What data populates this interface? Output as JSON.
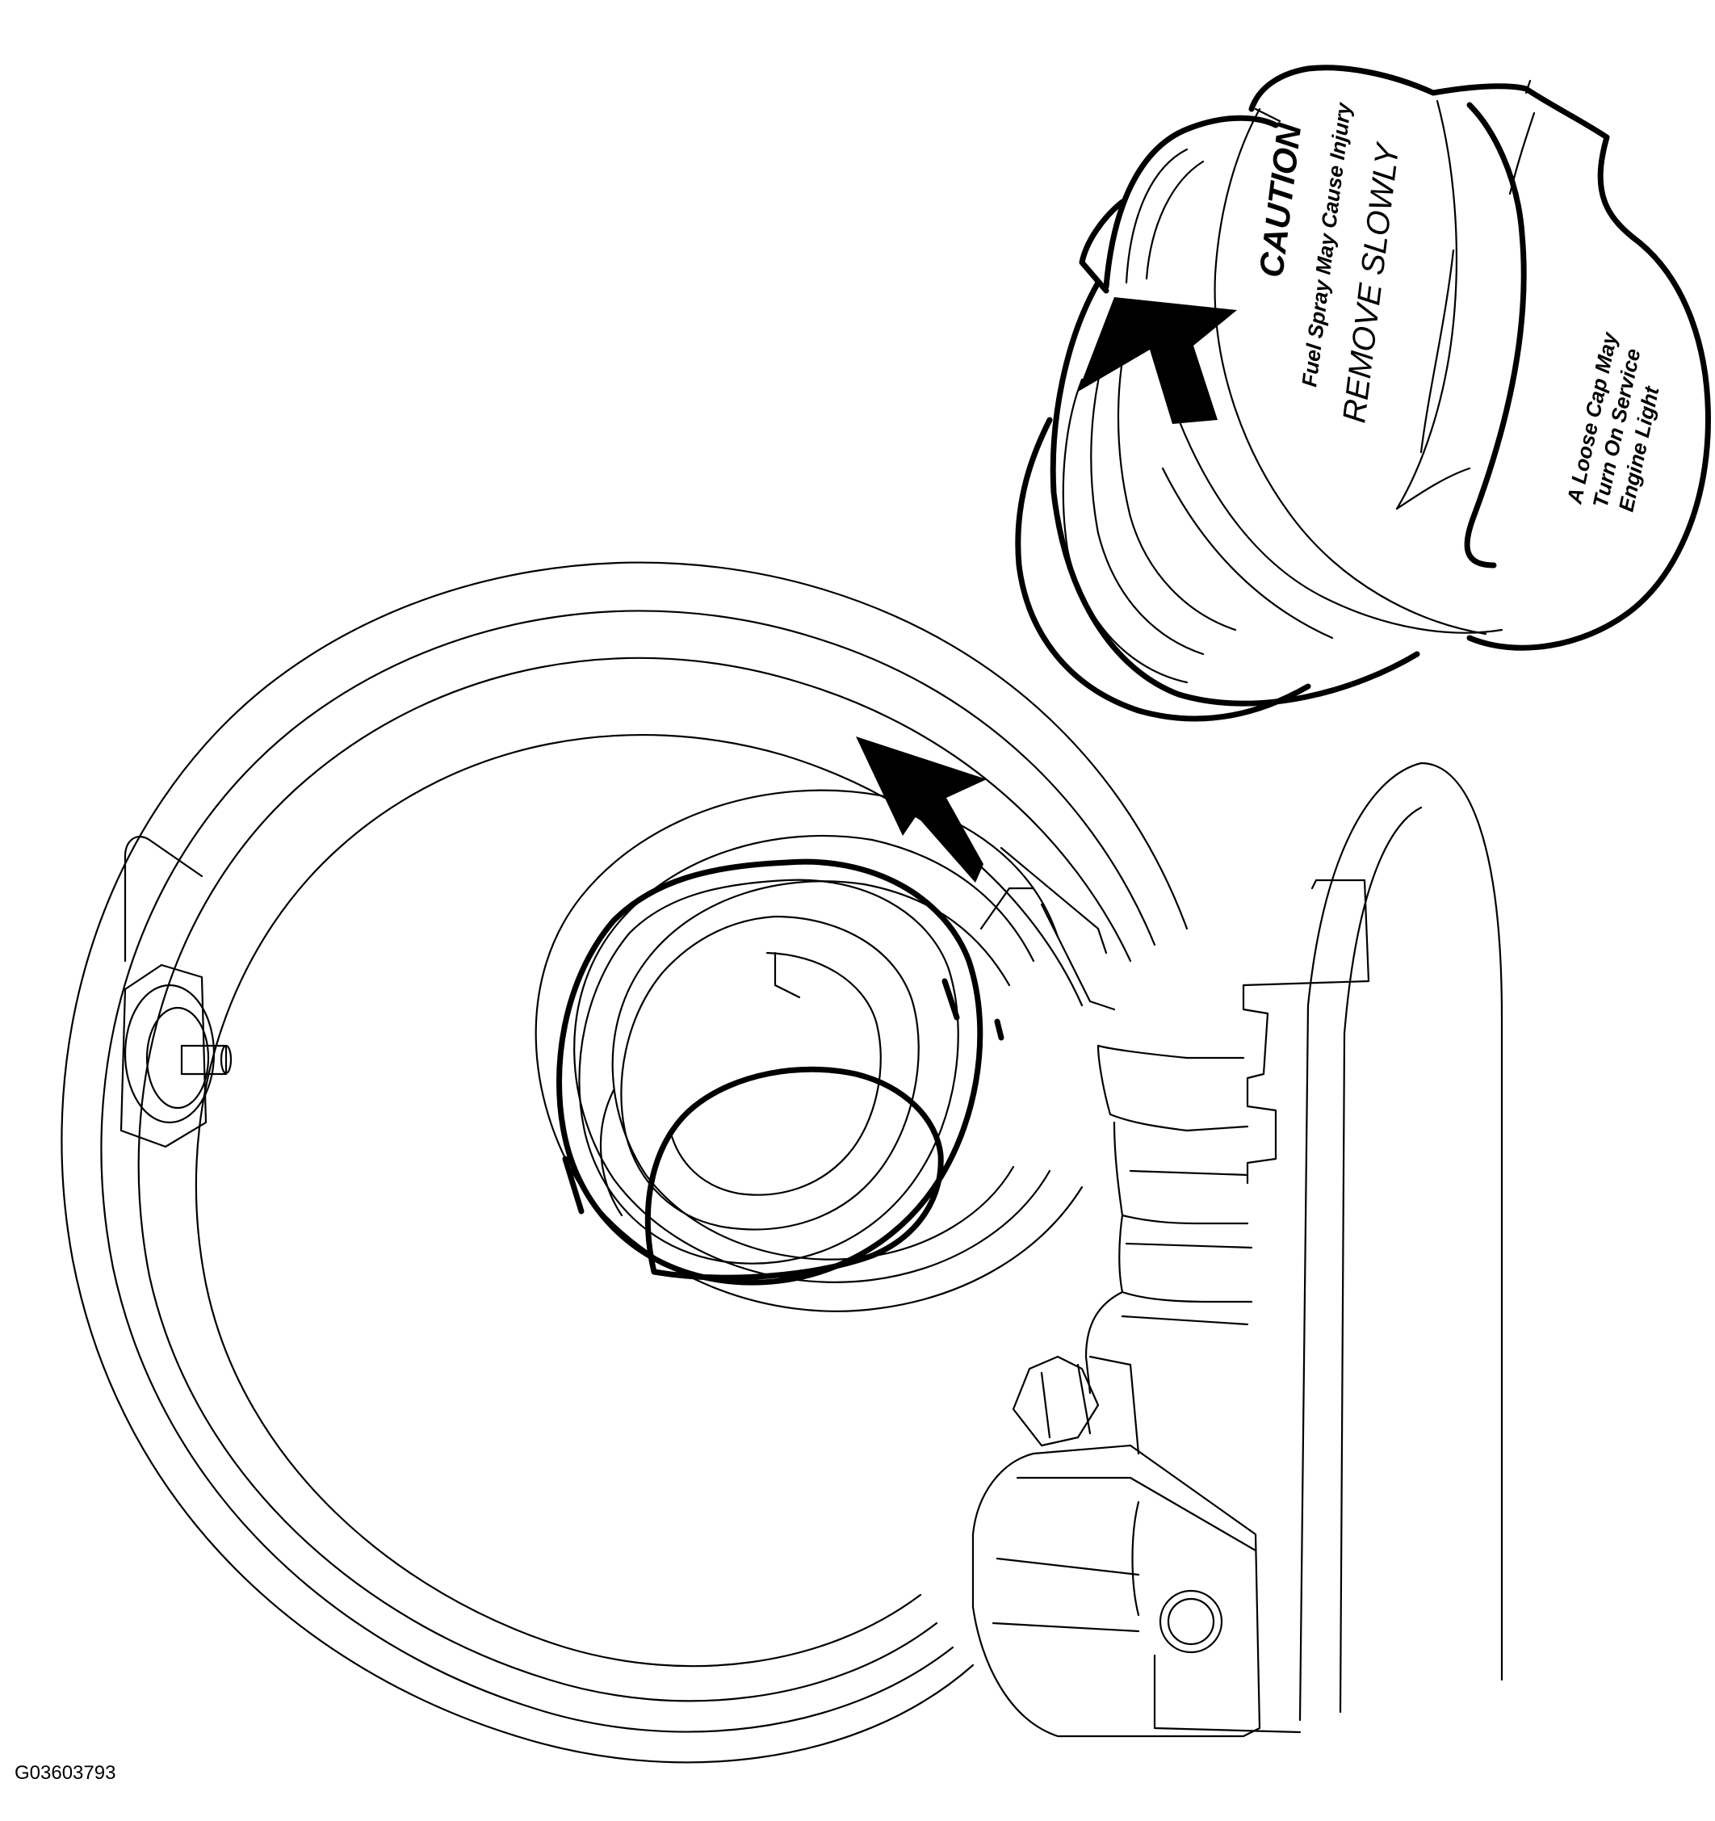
{
  "figure_id": "G03603793",
  "cap": {
    "caution_title": "CAUTION",
    "caution_line": "Fuel Spray May Cause Injury",
    "remove_slowly": "REMOVE SLOWLY",
    "loose_line_1": "A Loose Cap May",
    "loose_line_2": "Turn On Service",
    "loose_line_3": "Engine Light"
  },
  "colors": {
    "ink": "#000000",
    "paper": "#ffffff"
  }
}
